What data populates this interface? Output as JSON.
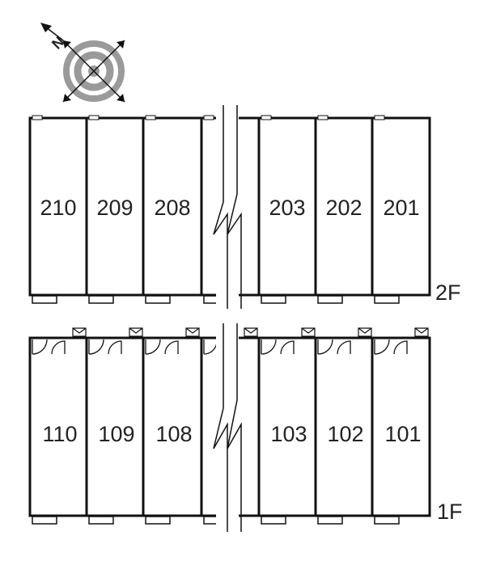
{
  "compass": {
    "north_label": "N",
    "icon": "compass-rose-icon"
  },
  "floors": [
    {
      "label": "2F",
      "left_rooms": [
        "210",
        "209",
        "208"
      ],
      "right_rooms": [
        "203",
        "202",
        "201"
      ]
    },
    {
      "label": "1F",
      "left_rooms": [
        "110",
        "109",
        "108"
      ],
      "right_rooms": [
        "103",
        "102",
        "101"
      ]
    }
  ],
  "colors": {
    "line": "#111111",
    "ring": "#9a9a9a",
    "break": "#ffffff"
  }
}
